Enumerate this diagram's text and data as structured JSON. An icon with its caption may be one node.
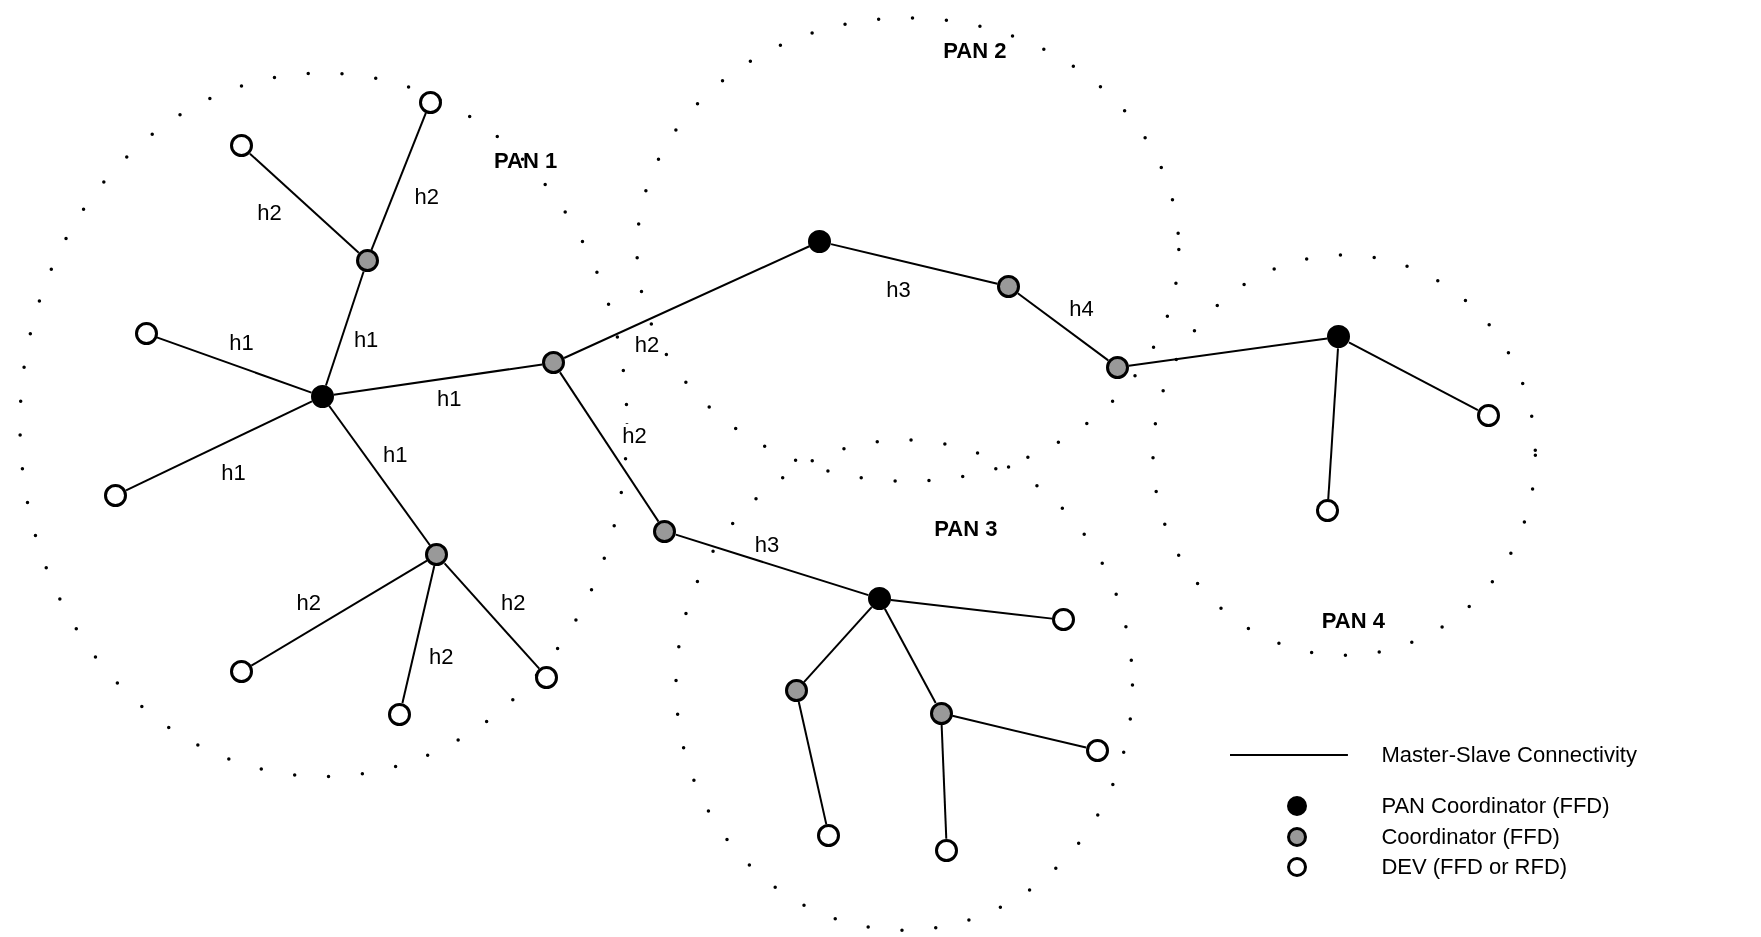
{
  "diagram": {
    "nodes": [
      {
        "text": [
          "PAN 1"
        ]
      },
      {
        "text": [
          "PAN 2"
        ]
      },
      {
        "text": [
          "PAN 3"
        ]
      },
      {
        "text": [
          "PAN 4"
        ]
      },
      {
        "text": [],
        "shape": "circle",
        "in": 0
      },
      {
        "text": [],
        "shape": "circle",
        "in": 0
      },
      {
        "text": [],
        "shape": "circle",
        "in": 0
      },
      {
        "text": [],
        "shape": "circle",
        "in": 0
      },
      {
        "text": [],
        "shape": "circle",
        "in": 0
      },
      {
        "text": [],
        "shape": "circle",
        "in": 0
      },
      {
        "text": [],
        "shape": "circle",
        "in": 0
      },
      {
        "text": [],
        "shape": "circle",
        "in": 0
      },
      {
        "text": [],
        "shape": "circle",
        "in": 0
      },
      {
        "text": [],
        "shape": "circle",
        "in": 0
      },
      {
        "text": [],
        "shape": "circle",
        "in": 0
      },
      {
        "text": [],
        "shape": "circle"
      },
      {
        "text": [],
        "shape": "circle",
        "in": 2
      },
      {
        "text": [],
        "shape": "circle",
        "in": 1
      },
      {
        "text": [],
        "shape": "circle",
        "in": 2
      },
      {
        "text": [],
        "shape": "circle",
        "in": 2
      },
      {
        "text": [],
        "shape": "circle",
        "in": 2
      },
      {
        "text": [],
        "shape": "circle",
        "in": 2
      },
      {
        "text": [],
        "shape": "circle",
        "in": 1
      },
      {
        "text": [],
        "shape": "circle",
        "in": 2
      },
      {
        "text": [],
        "shape": "circle",
        "in": 2
      },
      {
        "text": [],
        "shape": "circle",
        "in": 1
      },
      {
        "text": [],
        "shape": "circle",
        "in": 3
      },
      {
        "text": [],
        "shape": "circle",
        "in": 3
      },
      {
        "text": [],
        "shape": "circle",
        "in": 3
      }
    ],
    "edges": [
      {
        "from": 8,
        "to": 9,
        "arrow": "none",
        "label": "h1"
      },
      {
        "from": 9,
        "to": 6,
        "arrow": "none",
        "label": "h2"
      },
      {
        "from": 9,
        "to": 11,
        "arrow": "none",
        "label": "h2"
      },
      {
        "from": 8,
        "to": 5,
        "arrow": "none",
        "label": "h1"
      },
      {
        "from": 8,
        "to": 4,
        "arrow": "none",
        "label": "h1"
      },
      {
        "from": 8,
        "to": 14,
        "arrow": "none",
        "label": "h1"
      },
      {
        "from": 8,
        "to": 12,
        "arrow": "none",
        "label": "h1"
      },
      {
        "from": 12,
        "to": 7,
        "arrow": "none",
        "label": "h2"
      },
      {
        "from": 12,
        "to": 10,
        "arrow": "none",
        "label": "h2"
      },
      {
        "from": 12,
        "to": 13,
        "arrow": "none",
        "label": "h2"
      },
      {
        "from": 14,
        "to": 17,
        "arrow": "none",
        "label": "h2"
      },
      {
        "from": 14,
        "to": 15,
        "arrow": "none",
        "label": "h2"
      },
      {
        "from": 15,
        "to": 19,
        "arrow": "none",
        "label": "h3"
      },
      {
        "from": 17,
        "to": 22,
        "arrow": "none",
        "label": "h3"
      },
      {
        "from": 22,
        "to": 25,
        "arrow": "none",
        "label": "h4"
      },
      {
        "from": 25,
        "to": 27,
        "arrow": "none"
      },
      {
        "from": 27,
        "to": 28,
        "arrow": "none"
      },
      {
        "from": 27,
        "to": 26,
        "arrow": "none"
      },
      {
        "from": 19,
        "to": 23,
        "arrow": "none"
      },
      {
        "from": 19,
        "to": 16,
        "arrow": "none"
      },
      {
        "from": 19,
        "to": 20,
        "arrow": "none"
      },
      {
        "from": 16,
        "to": 18,
        "arrow": "none"
      },
      {
        "from": 20,
        "to": 21,
        "arrow": "none"
      },
      {
        "from": 20,
        "to": 24,
        "arrow": "none"
      }
    ],
    "legend": [
      {
        "text": "Master-Slave Connectivity"
      },
      {
        "text": "PAN Coordinator (FFD)",
        "color": "#000000"
      },
      {
        "text": "Coordinator (FFD)",
        "color": "#999999"
      },
      {
        "text": "DEV (FFD or RFD)",
        "color": "#ffffff"
      }
    ]
  }
}
